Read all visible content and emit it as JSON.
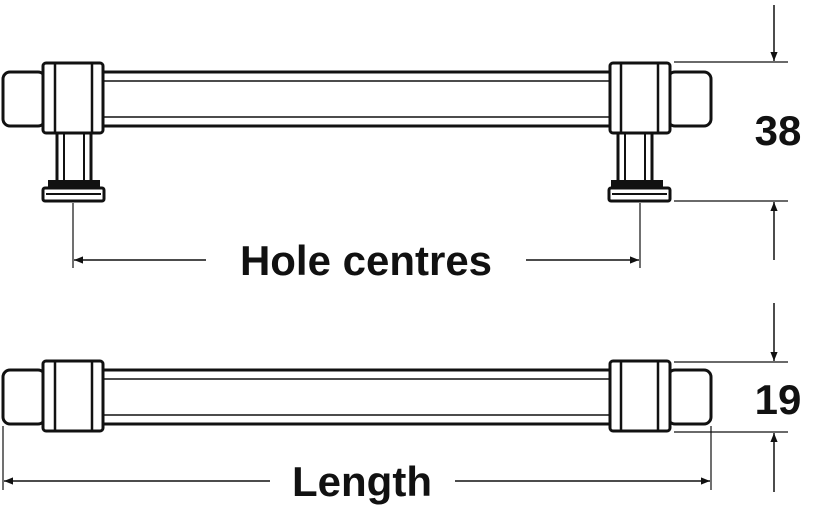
{
  "labels": {
    "height": "38",
    "hole_centres": "Hole centres",
    "diameter": "19",
    "length": "Length"
  },
  "colors": {
    "line": "#111111",
    "background": "#ffffff"
  }
}
